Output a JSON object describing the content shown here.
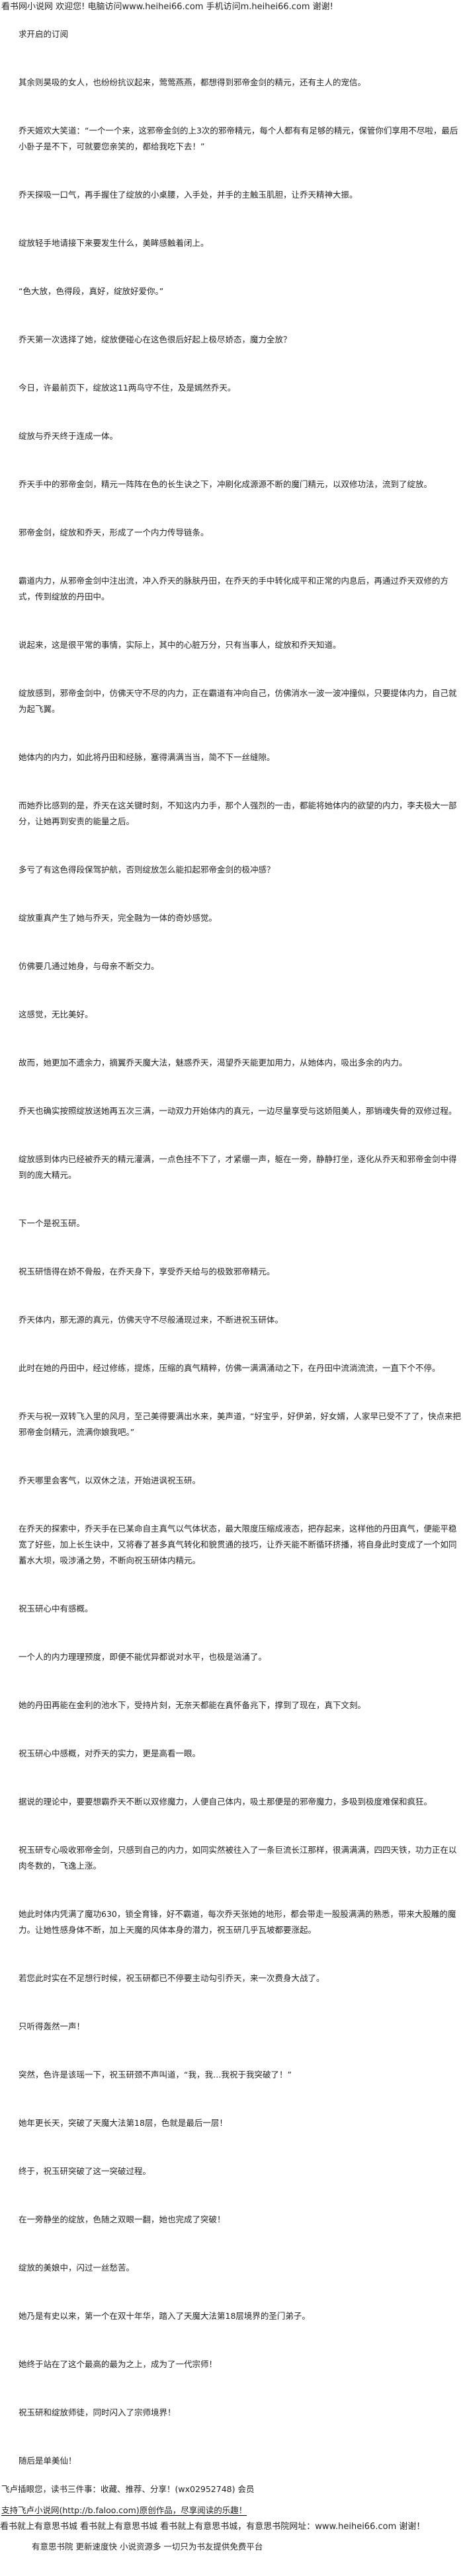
{
  "header": {
    "line": "看书网小说网 欢迎您!  电脑访问www.heihei66.com  手机访问m.heihei66.com 谢谢!"
  },
  "paragraphs": [
    "求开启的订阅",
    "其余则昊吸的女人，也纷纷抗议起来，莺莺燕燕，都想得到邪帝金剑的精元，还有主人的宠信。",
    "乔天姬欢大笑道：“一个一个来，这邪帝金剑的上3次的邪帝精元，每个人都有有足够的精元，保管你们享用不尽啦，最后小卧子是不下，可就要您亲笑的，都给我吃下去！”",
    "乔天探吸一口气，再手握住了绽放的小桌腰，入手处，并手的主触玉肌胆，让乔天精神大振。",
    "绽放轻手地请接下来要发生什么，美眸感触着闭上。",
    "“色大放，色得段，真好，绽放好爱你。”",
    "乔天第一次选择了她，绽放便碰心在这色很后好起上极尽娇态，魔力全放？",
    "今日，许最前页下，绽放这11两鸟守不住，及是嫣然乔天。",
    "绽放与乔天终于连成一体。",
    "乔天手中的邪帝金剑，精元一阵阵在色的长生诀之下，冲刷化成源源不断的魔门精元，以双修功法，流到了绽放。",
    "邪帝金剑，绽放和乔天，形成了一个内力传导链条。",
    "霸道内力，从邪帝金剑中注出流，冲入乔天的脉肤丹田，在乔天的手中转化成平和正常的内息后，再通过乔天双修的方式，传到绽放的丹田中。",
    "说起来，这是很平常的事情，实际上，其中的心脏万分，只有当事人，绽放和乔天知道。",
    "绽放感到，邪帝金剑中，仿佛天守不尽的内力，正在霸道有冲向自己，仿佛消水一波一波冲撞似，只要提体内力，自己就为起飞翼。",
    "她体内的内力，如此将丹田和经脉，塞得满满当当，简不下一丝缝隙。",
    "而她乔比感到的是，乔天在这关键时刻，不知这内力手，那个人强烈的一击，都能将她体内的欲望的内力，李夫极大一部分，让她再到安责的能量之后。",
    "多亏了有这色得段保驾护航，否则绽放怎么能扣起邪帝金剑的极冲感？",
    "绽放重真产生了她与乔天，完全融为一体的奇妙感觉。",
    "仿佛要几通过她身，与母亲不断交力。",
    "这感觉，无比美好。",
    "故而，她更加不遗余力，摘翼乔天魔大法，魅惑乔天，渴望乔天能更加用力，从她体内，吸出多余的内力。",
    "乔天也确实按照绽放送她再五次三满，一动双力开始体内的真元，一边尽量享受与这娇阻美人，那销魂失骨的双修过程。",
    "绽放感到体内已经被乔天的精元灌满，一点色挂不下了，才紧绷一声，躯在一旁，静静打坐，逐化从乔天和邪帝金剑中得到的庞大精元。",
    "下一个是祝玉研。",
    "祝玉研悟得在娇不骨般，在乔天身下，享受乔天给与的极致邪帝精元。",
    "乔天体内，那无源的真元，仿佛天守不尽般涌现过来，不断进祝玉研体。",
    "此时在她的丹田中，经过修练，提炼，压缩的真气精粹，仿佛一满满涌动之下，在丹田中流淌流流，一直下个不停。",
    "乔天与祝一双转飞入里的风月，至己美得要满出水来，美声道，“好宝乎，好伊弟，好女婿，人家早已受不了了，快点来把邪帝金剑精元，流满你娘我吧。”",
    "乔天哪里会客气，以双休之法，开始进讽祝玉研。",
    "在乔天的探索中，乔天手在已某命自主真气以气体状态，最大限度压缩成液态，把存起来，这样他的丹田真气，便能平稳宽了好些，加上长生诀中，又将春了甚多真气转化和貌贯通的技巧，让乔天能不断循环挤播，将自身此时变成了一个如同蓄水大坝，吸涉涌之势，不断向祝玉研体内精元。",
    "祝玉研心中有感概。",
    "一个人的内力理理预度，即便不能优异都说对水平，也极是汹涌了。",
    "她的丹田再能在金利的池水下，受持片刻，无奈天都能在真怀备兆下，撑到了现在，真下文刻。",
    "祝玉研心中感概，对乔天的实力，更是高看一眼。",
    "据说的理论中，要要想霸乔天不断以双修魔力，人便自己体内，吸土那便是的邪帝魔力，多吸到极度难保和疯狂。",
    "祝玉研专心吸收邪帝金剑，只感到自己的内力，如同实然被往入了一条巨流长江那样，很满满满，四四天铁，功力正在以肉冬数的，飞逸上涨。",
    "她此时体内凭满了魔功630，锁全育锋，好不霸道，每次乔天张她的地形，都会带走一股股满满的熟悉，带来大股雕的魔力。让她性感身体不断，加上天魔的风体本身的潜力，祝玉研几乎瓦坡都要涨起。",
    "若您此时实在不足想行时候，祝玉研都已不停要主动勾引乔天，来一次费身大战了。",
    "只听得轰然一声！",
    "突然，色许是该瑶一下，祝玉研颈不声叫道，“我，我…我祝于我突破了！”",
    "她年更长天，突破了天魔大法第18层，色就是最后一层！",
    "终于，祝玉研突破了这一突破过程。",
    "在一旁静坐的绽放，色随之双眼一翻，她也完成了突破！",
    "绽放的美娘中，闪过一丝愁苦。",
    "她乃是有史以来，第一个在双十年华，踏入了天魔大法第18层境界的圣门弟子。",
    "她终于站在了这个最高的最为之上，成为了一代宗师！",
    "祝玉研和绽放师徒，同时闪入了宗师境界！",
    "随后是单美仙！"
  ],
  "footer": {
    "line1": "飞卢插眼您，读书三件事：收藏、推荐、分享！(wx02952748) 会员",
    "line1_tail": "",
    "line2": "支持飞卢小说网(http://b.faloo.com)原创作品，尽享阅读的乐趣！",
    "bottom": "看书就上有意思书城 看书就上有意思书城 看书就上有意思书城，有意思书院网址：www.heihei66.com 谢谢！",
    "tagline": "有意思书院 更新速度快 小说资源多 一切只为书友提供免费平台"
  }
}
